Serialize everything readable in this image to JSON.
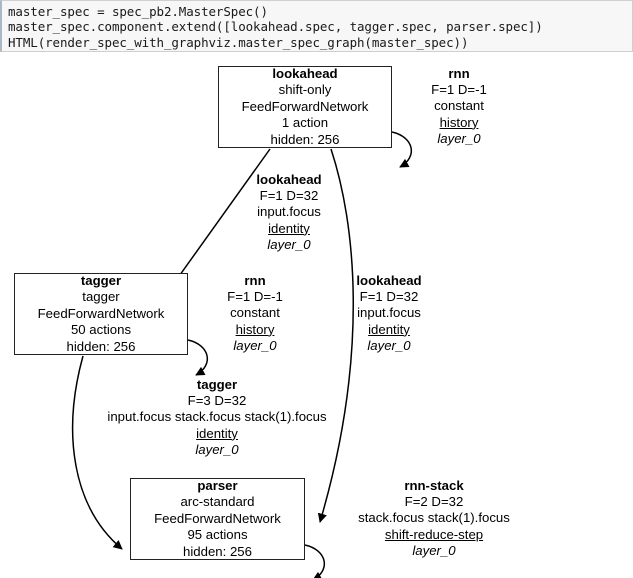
{
  "code_cell": {
    "lines": [
      "master_spec = spec_pb2.MasterSpec()",
      "master_spec.component.extend([lookahead.spec, tagger.spec, parser.spec])",
      "HTML(render_spec_with_graphviz.master_spec_graph(master_spec))"
    ],
    "background": "#f7f7f7",
    "border_color": "#cfcfcf"
  },
  "graph": {
    "nodes": [
      {
        "id": "lookahead",
        "title": "lookahead",
        "transition": "shift-only",
        "network": "FeedForwardNetwork",
        "actions": "1 action",
        "hidden": "hidden: 256"
      },
      {
        "id": "tagger",
        "title": "tagger",
        "transition": "tagger",
        "network": "FeedForwardNetwork",
        "actions": "50 actions",
        "hidden": "hidden: 256"
      },
      {
        "id": "parser",
        "title": "parser",
        "transition": "arc-standard",
        "network": "FeedForwardNetwork",
        "actions": "95 actions",
        "hidden": "hidden: 256"
      }
    ],
    "edges": [
      {
        "id": "lookahead-self",
        "name": "rnn",
        "fd": "F=1 D=-1",
        "kind": "constant",
        "feature": "history",
        "layer": "layer_0",
        "source": "lookahead",
        "target": "lookahead"
      },
      {
        "id": "lookahead-to-tagger",
        "name": "lookahead",
        "fd": "F=1 D=32",
        "kind": "input.focus",
        "feature": "identity",
        "layer": "layer_0",
        "source": "lookahead",
        "target": "tagger"
      },
      {
        "id": "tagger-self",
        "name": "rnn",
        "fd": "F=1 D=-1",
        "kind": "constant",
        "feature": "history",
        "layer": "layer_0",
        "source": "tagger",
        "target": "tagger"
      },
      {
        "id": "lookahead-to-parser",
        "name": "lookahead",
        "fd": "F=1 D=32",
        "kind": "input.focus",
        "feature": "identity",
        "layer": "layer_0",
        "source": "lookahead",
        "target": "parser"
      },
      {
        "id": "tagger-to-parser",
        "name": "tagger",
        "fd": "F=3 D=32",
        "kind": "input.focus stack.focus stack(1).focus",
        "feature": "identity",
        "layer": "layer_0",
        "source": "tagger",
        "target": "parser"
      },
      {
        "id": "parser-self",
        "name": "rnn-stack",
        "fd": "F=2 D=32",
        "kind": "stack.focus stack(1).focus",
        "feature": "shift-reduce-step",
        "layer": "layer_0",
        "source": "parser",
        "target": "parser"
      }
    ],
    "stroke_color": "#000000",
    "node_border_color": "#222222",
    "node_fill": "#ffffff"
  }
}
